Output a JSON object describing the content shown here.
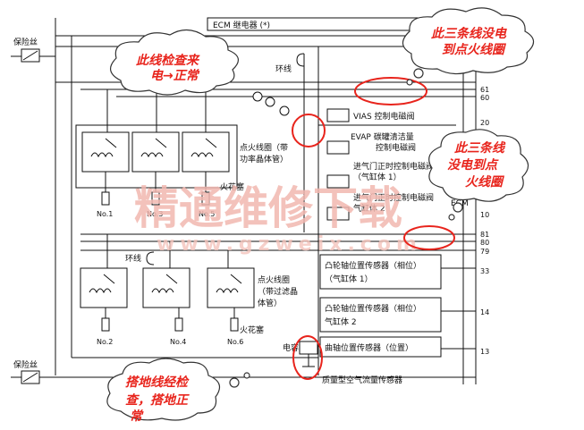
{
  "labels": {
    "fuse_top": "保险丝",
    "fuse_bottom": "保险丝",
    "ecm_relay": "ECM 继电器 (*)",
    "ring_wire_top": "环线",
    "ring_wire_mid": "环线",
    "coil_group_1_l1": "点火线圈（带",
    "coil_group_1_l2": "功率晶体管）",
    "spark_plug_1": "火花塞",
    "coil_group_2_l1": "点火线圈",
    "coil_group_2_l2": "（带过滤晶",
    "coil_group_2_l3": "体管）",
    "spark_plug_2": "火花塞",
    "capacitor": "电容",
    "maf_sensor": "质量型空气流量传感器",
    "vias": "VIAS 控制电磁阀",
    "evap_l1": "EVAP 碳罐清洁量",
    "evap_l2": "控制电磁阀",
    "vvt1_l1": "进气门正时控制电磁阀",
    "vvt1_l2": "（气缸体 1）",
    "vvt2_l1": "进气门正时控制电磁阀",
    "vvt2_l2": "气缸体 2",
    "cam1_l1": "凸轮轴位置传感器（相位）",
    "cam1_l2": "（气缸体 1）",
    "cam2_l1": "凸轮轴位置传感器（相位）",
    "cam2_l2": "气缸体 2",
    "crank": "曲轴位置传感器（位置）",
    "ecm": "ECM"
  },
  "plugs": {
    "no1": "No.1",
    "no3": "No.3",
    "no5": "No.5",
    "no2": "No.2",
    "no4": "No.4",
    "no6": "No.6"
  },
  "pins": [
    "61",
    "60",
    "20",
    "10",
    "81",
    "80",
    "79",
    "33",
    "14",
    "13"
  ],
  "annotations": {
    "cloud_top_left_l1": "此线检查来",
    "cloud_top_left_l2": "电→正常",
    "cloud_top_right_l1": "此三条线没电",
    "cloud_top_right_l2": "到点火线圈",
    "cloud_mid_right_l1": "此三条线",
    "cloud_mid_right_l2": "没电到点",
    "cloud_mid_right_l3": "火线圈",
    "cloud_bottom_l1": "搭地线经检",
    "cloud_bottom_l2": "查，搭地正",
    "cloud_bottom_l3": "常"
  },
  "watermark": {
    "main": "精通维修下载",
    "url": "www.gzweix.com"
  },
  "colors": {
    "annotation_red": "#e8241c",
    "watermark": "#f2b8b0"
  }
}
